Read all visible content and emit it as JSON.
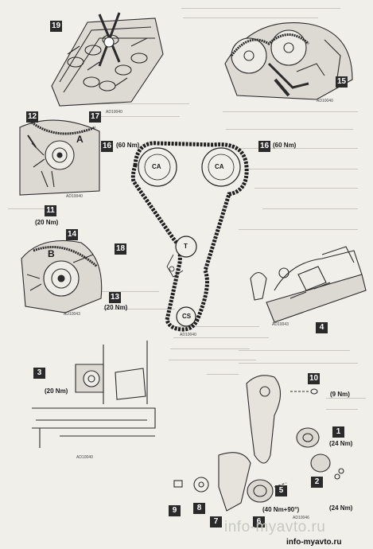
{
  "figures": {
    "fig_top_left": {
      "callout": "19",
      "code": "AD10040"
    },
    "fig_top_right": {
      "callout": "15",
      "code": "AD10040"
    },
    "fig_tensioner_a": {
      "callouts": [
        "12",
        "17",
        "11"
      ],
      "letter": "A",
      "torque": "(20 Nm)",
      "code": "AD10040"
    },
    "fig_belt": {
      "cam_left": {
        "callout": "16",
        "torque": "(60 Nm)",
        "label": "CA"
      },
      "cam_right": {
        "callout": "16",
        "torque": "(60 Nm)",
        "label": "CA"
      },
      "tensioner_label": "T",
      "crank_label": "CS",
      "code": "AD10040"
    },
    "fig_tensioner_b": {
      "callouts": [
        "14",
        "18",
        "13"
      ],
      "letter": "B",
      "torque": "(20 Nm)",
      "code": "AD10043"
    },
    "fig_engine_right": {
      "callout": "4",
      "code": "AD10043"
    },
    "fig_crank": {
      "callout": "3",
      "torque": "(20 Nm)",
      "code": "AD10040"
    },
    "fig_exploded": {
      "callouts": [
        "10",
        "1",
        "2",
        "5",
        "6",
        "7",
        "8",
        "9"
      ],
      "torques": {
        "t10": "(9 Nm)",
        "t1": "(24 Nm)",
        "t2": "(24 Nm)",
        "t5": "(40 Nm+90°)"
      },
      "code": "AD10046"
    }
  },
  "watermark": {
    "main": "info-myavto.ru",
    "small": "info-myavto.ru"
  }
}
